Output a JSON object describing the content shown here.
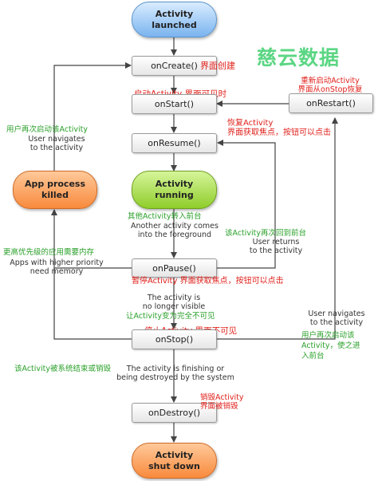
{
  "watermark": "慈云数据",
  "nodes": {
    "launched": "Activity\nlaunched",
    "on_create": "onCreate()",
    "on_start": "onStart()",
    "on_restart": "onRestart()",
    "on_resume": "onResume()",
    "running": "Activity\nrunning",
    "process_killed": "App process\nkilled",
    "on_pause": "onPause()",
    "on_stop": "onStop()",
    "on_destroy": "onDestroy()",
    "shut_down": "Activity\nshut down"
  },
  "notes": {
    "create_cn": "界面创建",
    "start_cn": "启动Activity,界面可见时",
    "restart_cn": "重新启动Activity\n界面从onStop恢复",
    "resume_cn": "恢复Activity\n界面获取焦点，按钮可以点击",
    "pause_cn": "暂停Activity 界面获取焦点，按钮可以点击",
    "stop_cn": "停止Activity,界面不可见",
    "destroy_cn": "销毁Activity\n界面被销毁"
  },
  "edges": {
    "user_nav_cn": "用户再次启动该Activity",
    "user_nav_en": "User navigates\nto the activity",
    "another_cn": "其他Activity转入前台",
    "another_en": "Another activity comes\ninto the foreground",
    "returns_cn": "该Activity再次回到前台",
    "returns_en": "User returns\nto the activity",
    "priority_cn": "更高优先级的应用需要内存",
    "priority_en": "Apps with higher priority\nneed memory",
    "not_visible_en": "The activity is\nno longer visible",
    "not_visible_cn": "让Activity变为完全不可见",
    "nav_right_en": "User navigates\nto the activity",
    "nav_right_cn": "用户再次启动该\nActivity，使之进\n入前台",
    "finishing_cn": "该Activity被系统结束或销毁",
    "finishing_en": "The activity is finishing or\nbeing destroyed by the system"
  }
}
